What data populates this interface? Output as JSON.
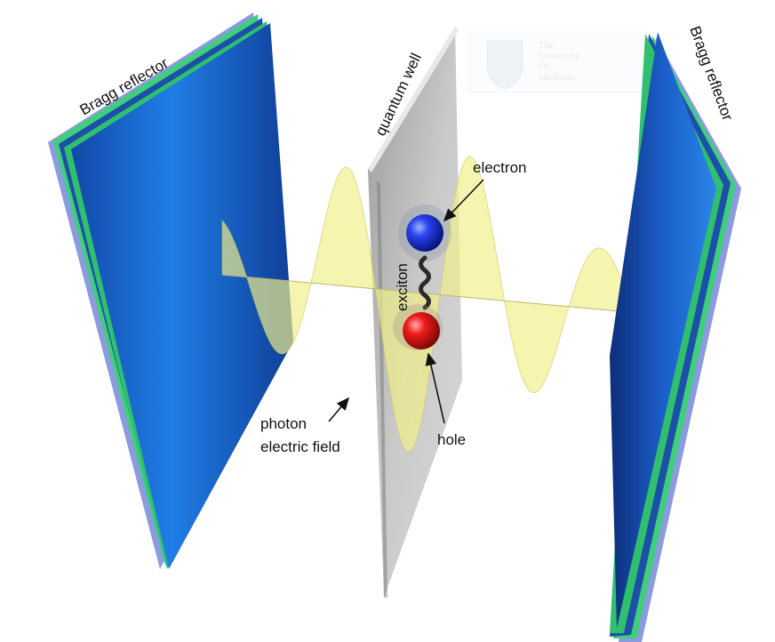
{
  "labels": {
    "bragg_left": "Bragg reflector",
    "bragg_right": "Bragg reflector",
    "quantum_well": "quantum well",
    "electron": "electron",
    "exciton": "exciton",
    "hole": "hole",
    "photon_line1": "photon",
    "photon_line2": "electric field"
  },
  "watermark": {
    "line1": "The",
    "line2": "University",
    "line3": "Of",
    "line4": "Sheffield."
  },
  "colors": {
    "mirror_blue": "#1f6fd8",
    "mirror_green": "#3fcf7a",
    "mirror_lilac": "#8c9ae0",
    "well_gray": "#a8a8a8",
    "wave_yellow": "#f2f08a",
    "electron_blue": "#1a2fd6",
    "hole_red": "#e01010"
  }
}
